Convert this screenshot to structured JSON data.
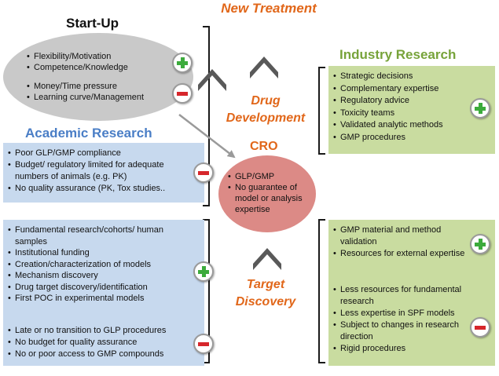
{
  "titles": {
    "new_treatment": "New Treatment",
    "startup": "Start-Up",
    "industry": "Industry Research",
    "academic": "Academic Research",
    "cro": "CRO",
    "drug_development": [
      "Drug",
      "Development"
    ],
    "target_discovery": [
      "Target",
      "Discovery"
    ]
  },
  "startup": {
    "pros": [
      "Flexibility/Motivation",
      "Competence/Knowledge"
    ],
    "cons": [
      "Money/Time pressure",
      "Learning curve/Management"
    ]
  },
  "academic_drug": {
    "cons": [
      "Poor GLP/GMP compliance",
      "Budget/ regulatory limited for adequate numbers of animals (e.g. PK)",
      "No quality assurance (PK, Tox studies.."
    ]
  },
  "cro": {
    "items": [
      "GLP/GMP",
      "No guarantee of model or analysis expertise"
    ]
  },
  "industry_drug": {
    "pros": [
      "Strategic decisions",
      "Complementary expertise",
      "Regulatory advice",
      "Toxicity teams",
      "Validated analytic methods",
      "GMP procedures"
    ]
  },
  "academic_target": {
    "pros": [
      "Fundamental research/cohorts/ human samples",
      "Institutional funding",
      "Creation/characterization of models",
      "Mechanism discovery",
      "Drug target discovery/identification",
      "First POC in experimental models"
    ],
    "cons": [
      "Late or no transition to GLP procedures",
      "No budget for quality assurance",
      "No or poor access to GMP compounds"
    ]
  },
  "industry_target": {
    "pros": [
      "GMP material and method validation",
      "Resources for external expertise"
    ],
    "cons": [
      "Less resources for fundamental research",
      "Less expertise in SPF models",
      "Subject to changes in research direction",
      "Rigid procedures"
    ]
  },
  "colors": {
    "orange": "#e1671a",
    "academic_blue": "#4a7ec6",
    "industry_green": "#77a33a",
    "plus_green": "#3cab3c",
    "minus_red": "#d6262b"
  }
}
